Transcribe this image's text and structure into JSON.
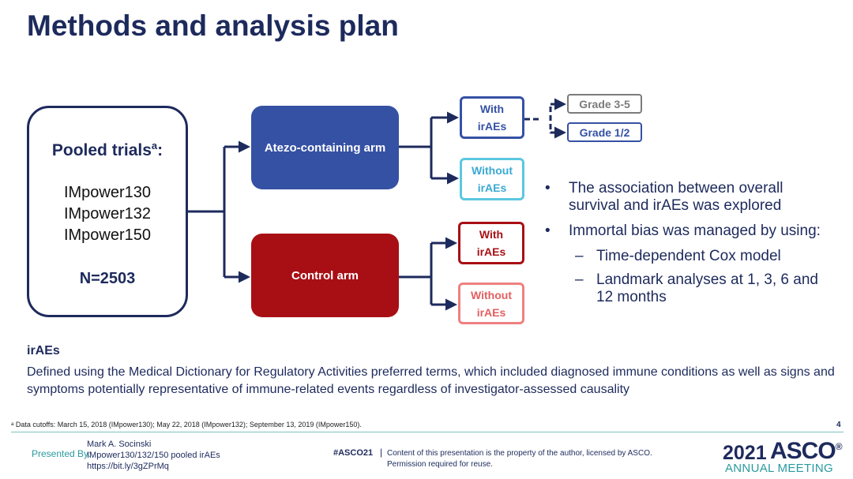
{
  "title": "Methods and analysis plan",
  "pooled": {
    "heading": "Pooled trials",
    "heading_sup": "a",
    "heading_suffix": ":",
    "trials": [
      "IMpower130",
      "IMpower132",
      "IMpower150"
    ],
    "n": "N=2503"
  },
  "arms": {
    "atezo": "Atezo-containing arm",
    "control": "Control arm"
  },
  "subgroups": {
    "with_line1": "With",
    "without_line1": "Without",
    "line2": "irAEs"
  },
  "grades": {
    "high": "Grade 3-5",
    "low": "Grade 1/2"
  },
  "bullets": [
    "The association between overall survival and irAEs was explored",
    "Immortal bias was managed by using:"
  ],
  "subbullets": [
    "Time-dependent Cox model",
    "Landmark analyses at 1, 3, 6 and 12 months"
  ],
  "bullet_symbol": "•",
  "dash_symbol": "–",
  "irae": {
    "heading": "irAEs",
    "text": "Defined using the Medical Dictionary for Regulatory Activities preferred terms, which included diagnosed immune conditions as well as signs and symptoms potentially representative of immune-related events regardless of investigator-assessed causality"
  },
  "footnote": "ᵃ Data cutoffs: March 15, 2018 (IMpower130); May 22, 2018 (IMpower132); September 13, 2019 (IMpower150).",
  "page_number": "4",
  "footer": {
    "presented_by": "Presented By:",
    "presenter_name": "Mark A. Socinski",
    "presenter_title": "IMpower130/132/150 pooled irAEs",
    "presenter_link": "https://bit.ly/3gZPrMq",
    "hashtag": "#ASCO21",
    "separator": "|",
    "disclaimer_1": "Content of this presentation is the property of the author, licensed by ASCO.",
    "disclaimer_2": "Permission required for reuse.",
    "logo_year": "2021",
    "logo_name": "ASCO",
    "logo_mark": "®",
    "logo_sub": "ANNUAL MEETING"
  },
  "colors": {
    "navy": "#1d2a5c",
    "atezo_blue": "#3551a4",
    "control_red": "#a80f14",
    "light_blue": "#5bc8e0",
    "light_red": "#ef8080",
    "grade_gray": "#7b7b7b",
    "teal": "#2a9aa0"
  }
}
